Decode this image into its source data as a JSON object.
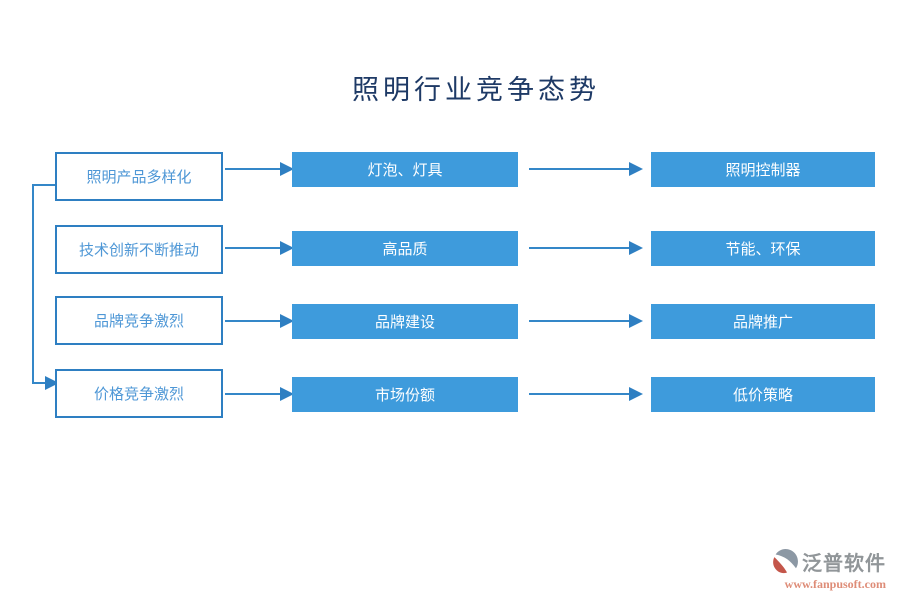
{
  "title": "照明行业竞争态势",
  "diagram": {
    "rows": [
      {
        "left": "照明产品多样化",
        "middle": "灯泡、灯具",
        "right": "照明控制器"
      },
      {
        "left": "技术创新不断推动",
        "middle": "高品质",
        "right": "节能、环保"
      },
      {
        "left": "品牌竞争激烈",
        "middle": "品牌建设",
        "right": "品牌推广"
      },
      {
        "left": "价格竞争激烈",
        "middle": "市场份额",
        "right": "低价策略"
      }
    ],
    "colors": {
      "box_fill": "#3E9BDC",
      "box_border": "#2E7FC2",
      "outline_box_text": "#4E97D6",
      "fill_box_text": "#ffffff",
      "arrow": "#3487C8",
      "title_text": "#1E3A66"
    }
  },
  "watermark": {
    "brand": "泛普软件",
    "url": "www.fanpusoft.com",
    "icon": "fanpu-logo-icon",
    "brand_color": "#919699",
    "url_color": "#DE8C77",
    "icon_gray": "#8C98A4",
    "icon_red": "#C4564A"
  }
}
